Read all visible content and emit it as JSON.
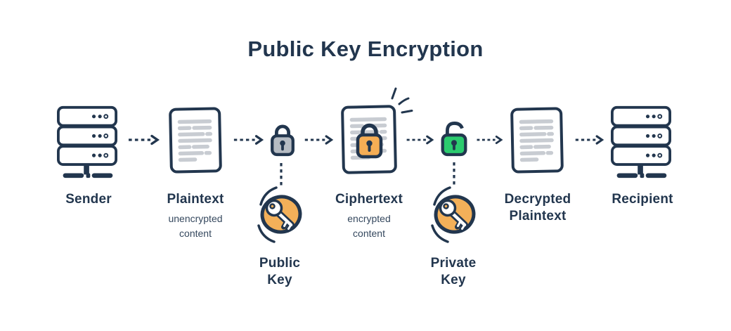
{
  "title": "Public Key Encryption",
  "nodes": {
    "sender": {
      "label": "Sender"
    },
    "plaintext": {
      "label": "Plaintext",
      "sublabel": "unencrypted content"
    },
    "ciphertext": {
      "label": "Ciphertext",
      "sublabel": "encrypted content"
    },
    "decrypted_plaintext": {
      "label": "Decrypted Plaintext"
    },
    "recipient": {
      "label": "Recipient"
    }
  },
  "keys": {
    "public": {
      "label": "Public Key"
    },
    "private": {
      "label": "Private Key"
    }
  },
  "colors": {
    "outline_navy": "#22364e",
    "background": "#ffffff",
    "sender_highlight": "#dde48f",
    "recipient_highlight": "#bdd0f8",
    "locked_lock_gray": "#b6bcc3",
    "ciphertext_lock_orange": "#f6ae55",
    "unlocked_lock_green": "#2bcb6e",
    "key_badge_orange": "#f3b059",
    "document_line_gray": "#c8ccd2"
  }
}
